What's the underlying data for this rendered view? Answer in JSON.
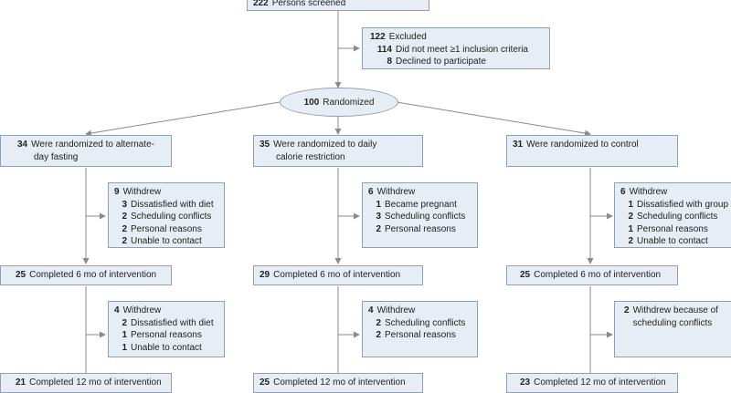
{
  "screened": {
    "n": "222",
    "label": "Persons screened"
  },
  "excluded": {
    "n": "122",
    "label": "Excluded",
    "items": [
      {
        "n": "114",
        "label": "Did not meet ≥1 inclusion criteria"
      },
      {
        "n": "8",
        "label": "Declined to participate"
      }
    ]
  },
  "randomized": {
    "n": "100",
    "label": "Randomized"
  },
  "arms": [
    {
      "alloc": {
        "n": "34",
        "line1": "Were randomized to alternate-",
        "line2": "day fasting"
      },
      "w1": {
        "n": "9",
        "label": "Withdrew",
        "items": [
          {
            "n": "3",
            "label": "Dissatisfied with diet"
          },
          {
            "n": "2",
            "label": "Scheduling conflicts"
          },
          {
            "n": "2",
            "label": "Personal reasons"
          },
          {
            "n": "2",
            "label": "Unable to contact"
          }
        ]
      },
      "c6": {
        "n": "25",
        "label": "Completed 6 mo of intervention"
      },
      "w2": {
        "n": "4",
        "label": "Withdrew",
        "items": [
          {
            "n": "2",
            "label": "Dissatisfied with diet"
          },
          {
            "n": "1",
            "label": "Personal reasons"
          },
          {
            "n": "1",
            "label": "Unable to contact"
          }
        ]
      },
      "c12": {
        "n": "21",
        "label": "Completed 12 mo of intervention"
      }
    },
    {
      "alloc": {
        "n": "35",
        "line1": "Were randomized to daily",
        "line2": "calorie restriction"
      },
      "w1": {
        "n": "6",
        "label": "Withdrew",
        "items": [
          {
            "n": "1",
            "label": "Became pregnant"
          },
          {
            "n": "3",
            "label": "Scheduling conflicts"
          },
          {
            "n": "2",
            "label": "Personal reasons"
          }
        ]
      },
      "c6": {
        "n": "29",
        "label": "Completed 6 mo of intervention"
      },
      "w2": {
        "n": "4",
        "label": "Withdrew",
        "items": [
          {
            "n": "2",
            "label": "Scheduling conflicts"
          },
          {
            "n": "2",
            "label": "Personal reasons"
          }
        ]
      },
      "c12": {
        "n": "25",
        "label": "Completed 12 mo of intervention"
      }
    },
    {
      "alloc": {
        "n": "31",
        "line1": "Were randomized to control",
        "line2": ""
      },
      "w1": {
        "n": "6",
        "label": "Withdrew",
        "items": [
          {
            "n": "1",
            "label": "Dissatisfied with group"
          },
          {
            "n": "2",
            "label": "Scheduling conflicts"
          },
          {
            "n": "1",
            "label": "Personal reasons"
          },
          {
            "n": "2",
            "label": "Unable to contact"
          }
        ]
      },
      "c6": {
        "n": "25",
        "label": "Completed 6 mo of intervention"
      },
      "w2": {
        "n": "2",
        "line1": "Withdrew because of",
        "line2": "scheduling conflicts"
      },
      "c12": {
        "n": "23",
        "label": "Completed 12 mo of intervention"
      }
    }
  ],
  "colors": {
    "box_fill": "#e6edf4",
    "box_border": "#8fa0b3",
    "line": "#8a8a8a"
  }
}
